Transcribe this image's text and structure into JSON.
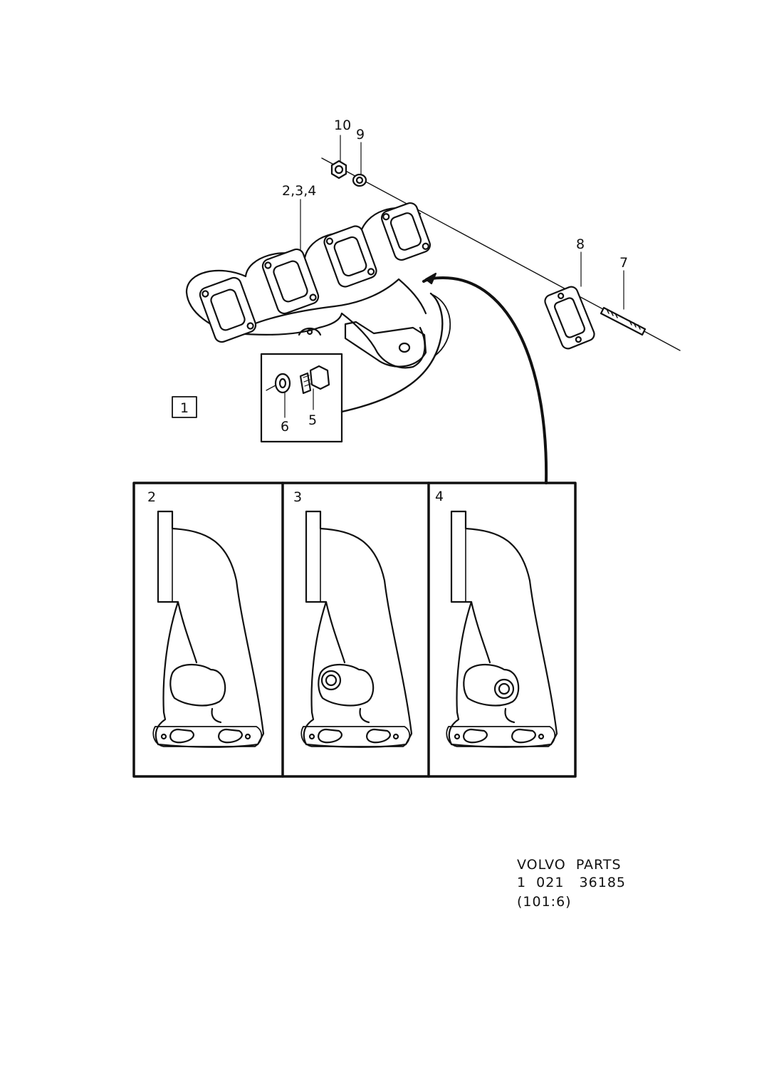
{
  "callouts": {
    "c10": "10",
    "c9": "9",
    "c234": "2,3,4",
    "c8": "8",
    "c7": "7",
    "c6": "6",
    "c5": "5",
    "c1": "1"
  },
  "panels": [
    {
      "label": "2"
    },
    {
      "label": "3"
    },
    {
      "label": "4"
    }
  ],
  "footer": {
    "line1": "VOLVO  PARTS",
    "line2": "1  021   36185",
    "line3": "(101:6)"
  },
  "colors": {
    "ink": "#111111",
    "paper": "#ffffff"
  }
}
